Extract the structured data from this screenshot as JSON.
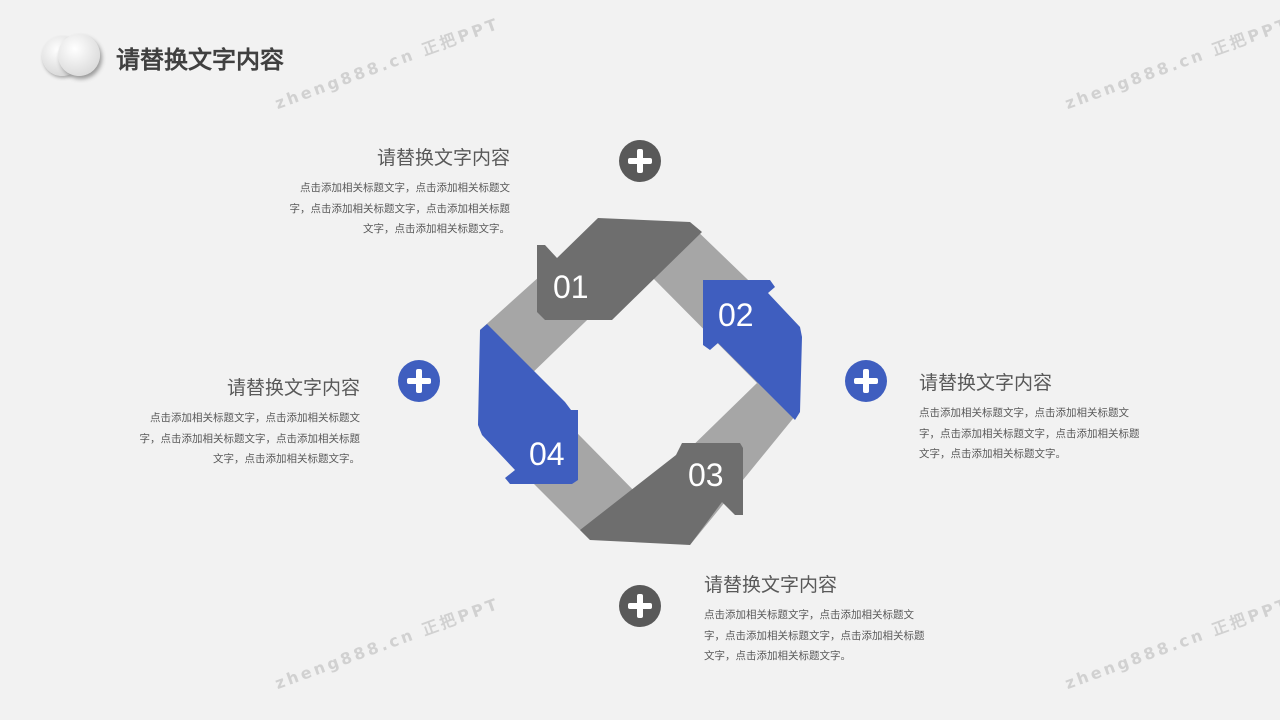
{
  "header": {
    "title": "请替换文字内容"
  },
  "watermark": "zheng888.cn 正把PPT",
  "colors": {
    "blue": "#3f5ebf",
    "dark": "#6e6e6e",
    "light": "#a6a6a6"
  },
  "steps": [
    {
      "number": "01",
      "title": "请替换文字内容",
      "body": "点击添加相关标题文字，点击添加相关标题文字，点击添加相关标题文字，点击添加相关标题文字，点击添加相关标题文字。"
    },
    {
      "number": "02",
      "title": "请替换文字内容",
      "body": "点击添加相关标题文字，点击添加相关标题文字，点击添加相关标题文字，点击添加相关标题文字，点击添加相关标题文字。"
    },
    {
      "number": "03",
      "title": "请替换文字内容",
      "body": "点击添加相关标题文字，点击添加相关标题文字，点击添加相关标题文字，点击添加相关标题文字，点击添加相关标题文字。"
    },
    {
      "number": "04",
      "title": "请替换文字内容",
      "body": "点击添加相关标题文字，点击添加相关标题文字，点击添加相关标题文字，点击添加相关标题文字，点击添加相关标题文字。"
    }
  ]
}
